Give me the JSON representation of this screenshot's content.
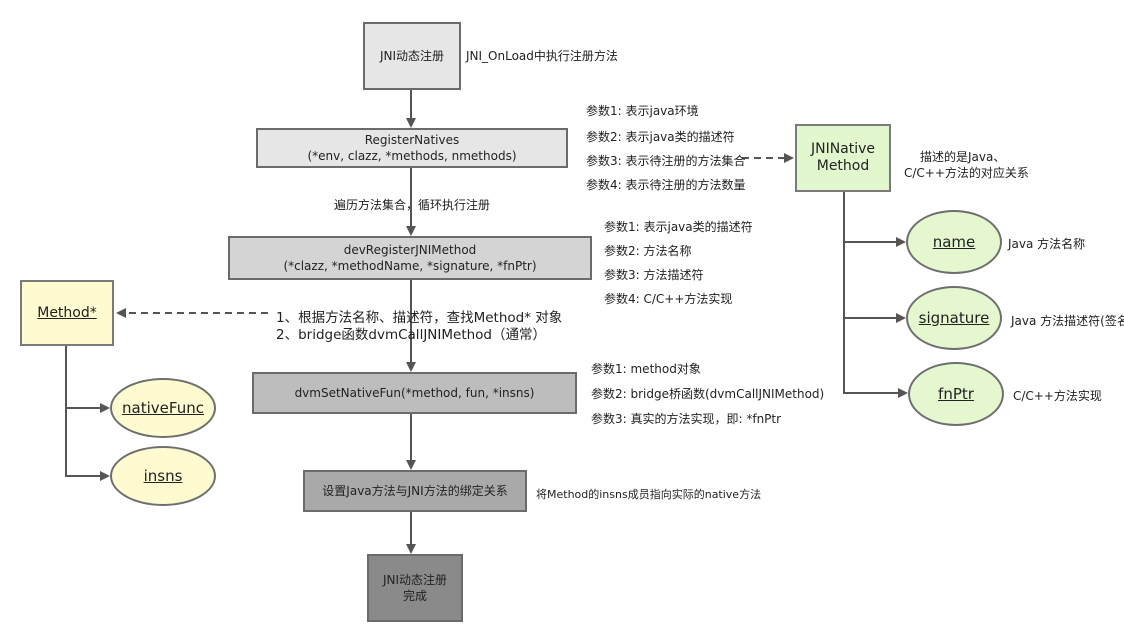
{
  "nodes": {
    "jni_register": "JNI动态注册",
    "register_natives": {
      "line1": "RegisterNatives",
      "line2": "(*env, clazz, *methods, nmethods)"
    },
    "dev_register": {
      "line1": "devRegisterJNIMethod",
      "line2": "(*clazz, *methodName, *signature, *fnPtr)"
    },
    "dvm_set_native": "dvmSetNativeFun(*method, fun, *insns)",
    "bind": "设置Java方法与JNI方法的绑定关系",
    "done": {
      "line1": "JNI动态注册",
      "line2": "完成"
    },
    "jninative": {
      "line1": "JNINative",
      "line2": "Method"
    },
    "method_ptr": "Method*",
    "name": "name",
    "signature": "signature",
    "fnptr": "fnPtr",
    "nativefunc": "nativeFunc",
    "insns": "insns"
  },
  "notes": {
    "onload": "JNI_OnLoad中执行注册方法",
    "loop": "遍历方法集合，循环执行注册",
    "lookup": "1、根据方法名称、描述符，查找Method* 对象",
    "bridge": "2、bridge函数dvmCallJNIMethod（通常）",
    "rn_params": [
      "参数1: 表示java环境",
      "参数2: 表示java类的描述符",
      "参数3: 表示待注册的方法集合",
      "参数4: 表示待注册的方法数量"
    ],
    "dev_params": [
      "参数1: 表示java类的描述符",
      "参数2: 方法名称",
      "参数3: 方法描述符",
      "参数4: C/C++方法实现"
    ],
    "dvm_params": [
      "参数1: method对象",
      "参数2: bridge桥函数(dvmCallJNIMethod)",
      "参数3: 真实的方法实现，即: *fnPtr"
    ],
    "jninative_desc": [
      "描述的是Java、",
      "C/C++方法的对应关系"
    ],
    "name_desc": "Java 方法名称",
    "signature_desc": "Java 方法描述符(签名)",
    "fnptr_desc": "C/C++方法实现",
    "bind_desc": "将Method的insns成员指向实际的native方法"
  }
}
